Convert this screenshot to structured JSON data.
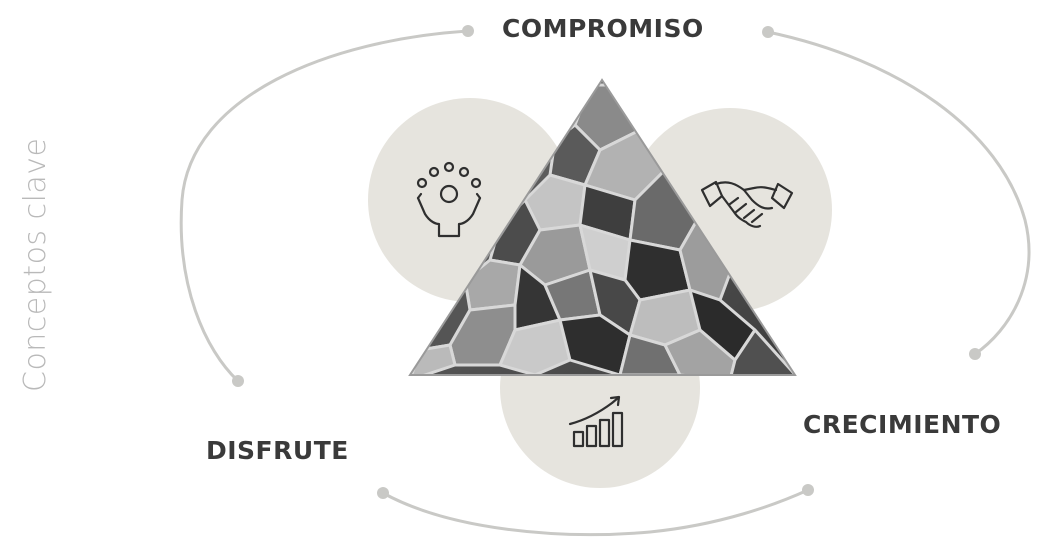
{
  "title": "Conceptos clave",
  "concepts": {
    "top": "COMPROMISO",
    "right": "CRECIMIENTO",
    "left": "DISFRUTE"
  },
  "icons": {
    "left_circle": "celebrating-person-icon",
    "right_circle": "handshake-icon",
    "bottom_circle": "growth-chart-icon"
  },
  "colors": {
    "circle": "#e6e4de",
    "connector": "#c9c9c6",
    "label": "#3a3a3a",
    "title": "#b9b9b9",
    "icon": "#2f2f2f"
  }
}
